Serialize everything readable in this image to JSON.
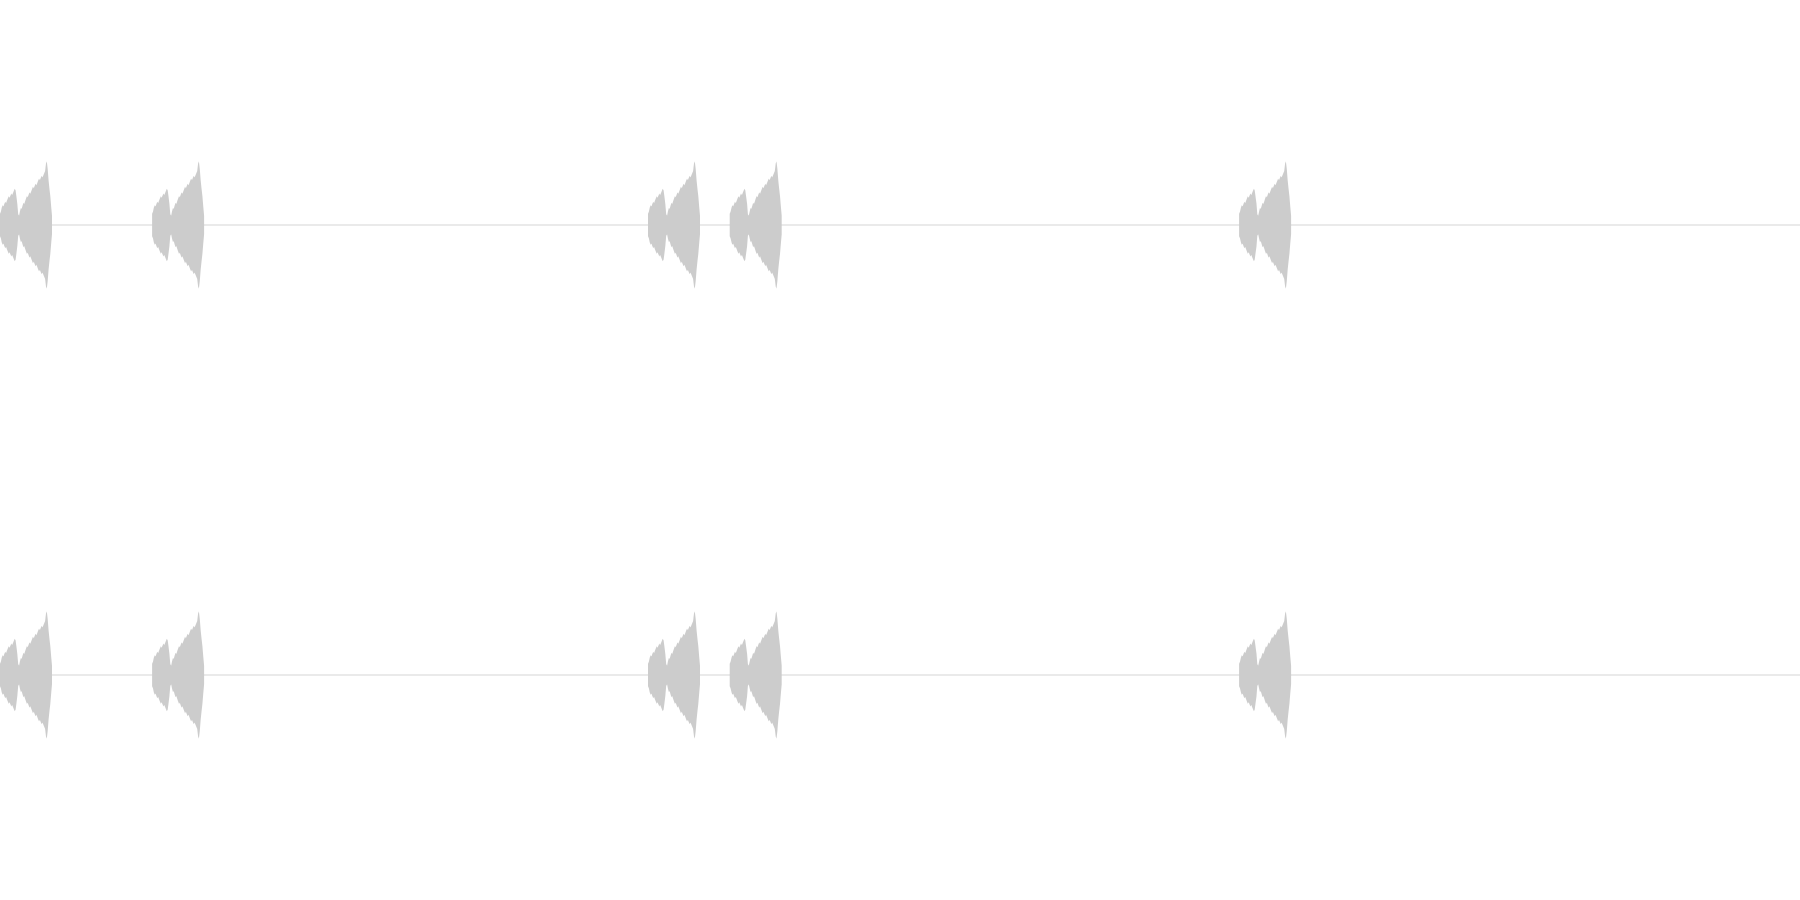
{
  "waveform": {
    "channels": [
      {
        "name": "",
        "position": "top"
      },
      {
        "name": "",
        "position": "bottom"
      }
    ],
    "bursts": [
      {
        "time_fraction": 0.0,
        "duration_fraction": 0.0289,
        "peak_level": 1.0
      },
      {
        "time_fraction": 0.0845,
        "duration_fraction": 0.0289,
        "peak_level": 1.0
      },
      {
        "time_fraction": 0.36,
        "duration_fraction": 0.0289,
        "peak_level": 1.0
      },
      {
        "time_fraction": 0.4054,
        "duration_fraction": 0.0289,
        "peak_level": 1.0
      },
      {
        "time_fraction": 0.6884,
        "duration_fraction": 0.0289,
        "peak_level": 1.0
      }
    ],
    "colors": {
      "waveform_fill": "#cccccc",
      "baseline": "#d4d4d4",
      "background": "#ffffff"
    }
  }
}
